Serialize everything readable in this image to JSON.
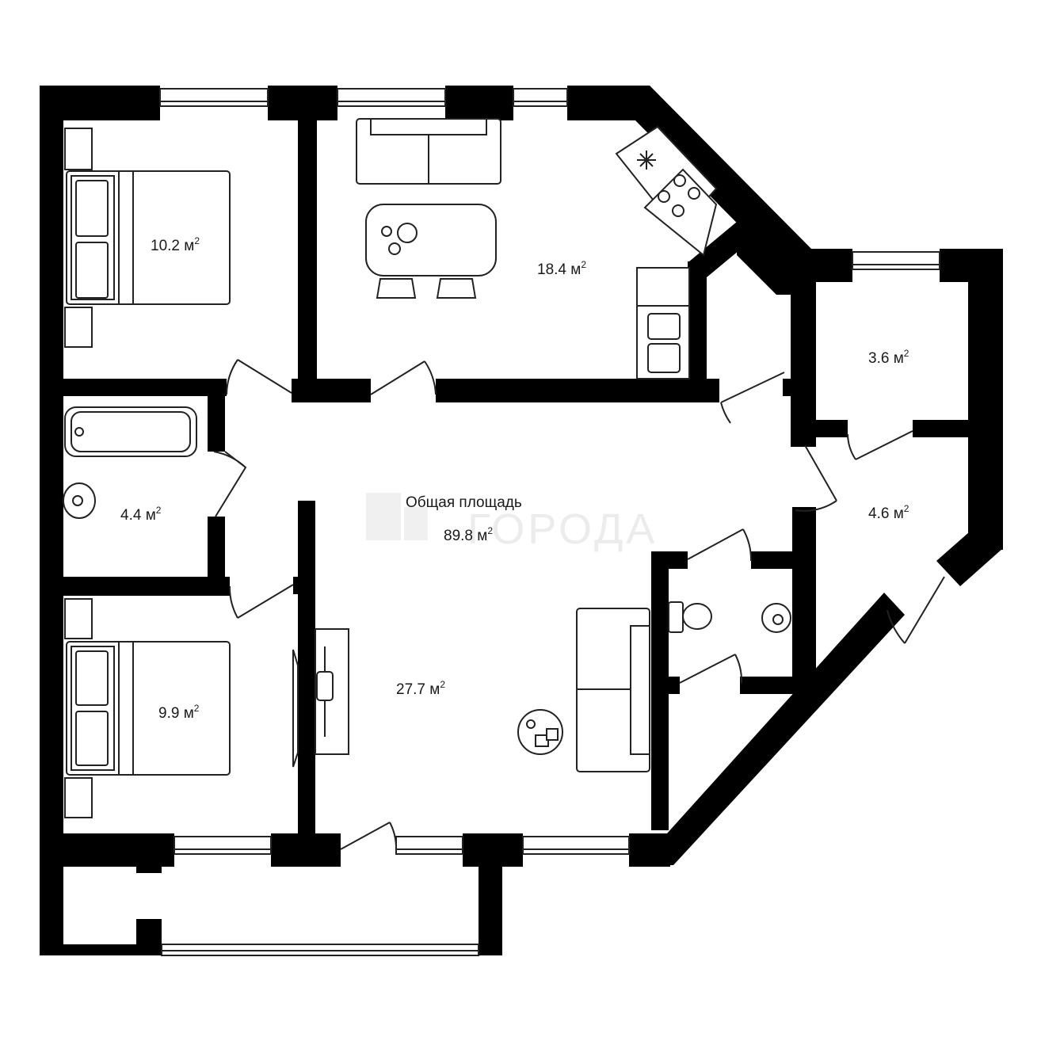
{
  "plan": {
    "watermark_text": "ГОРОДА",
    "total": {
      "label": "Общая площадь",
      "value": "89.8 м",
      "unit_sup": "2"
    },
    "rooms": [
      {
        "name": "bedroom-top",
        "area": "10.2 м",
        "sup": "2"
      },
      {
        "name": "kitchen",
        "area": "18.4 м",
        "sup": "2"
      },
      {
        "name": "storage",
        "area": "3.6 м",
        "sup": "2"
      },
      {
        "name": "bathroom",
        "area": "4.4 м",
        "sup": "2"
      },
      {
        "name": "hall",
        "area": "4.6 м",
        "sup": "2"
      },
      {
        "name": "bedroom-bottom",
        "area": "9.9 м",
        "sup": "2"
      },
      {
        "name": "living-room",
        "area": "27.7 м",
        "sup": "2"
      }
    ],
    "colors": {
      "wall": "#000000",
      "fixture_stroke": "#222222",
      "background": "#ffffff",
      "watermark": "#ececec"
    }
  }
}
